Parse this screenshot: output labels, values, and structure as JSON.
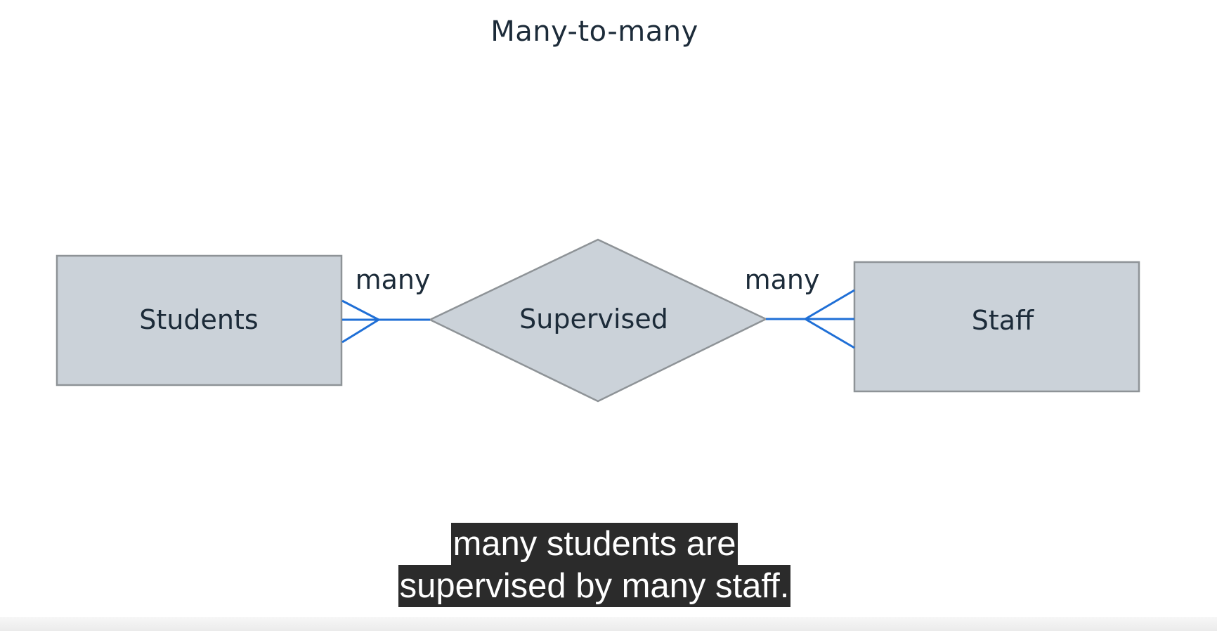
{
  "diagram": {
    "title": "Many-to-many",
    "entities": [
      {
        "label": "Students"
      },
      {
        "label": "Staff"
      }
    ],
    "relationship": {
      "label": "Supervised"
    },
    "cardinality": {
      "left": "many",
      "right": "many"
    }
  },
  "subtitles": {
    "line1": "many students are",
    "line2": "supervised by many staff."
  },
  "colors": {
    "entity_fill": "#cbd2d9",
    "entity_stroke": "#8e9397",
    "connector": "#1f6fd6",
    "caption_bg": "#2b2b2b"
  }
}
